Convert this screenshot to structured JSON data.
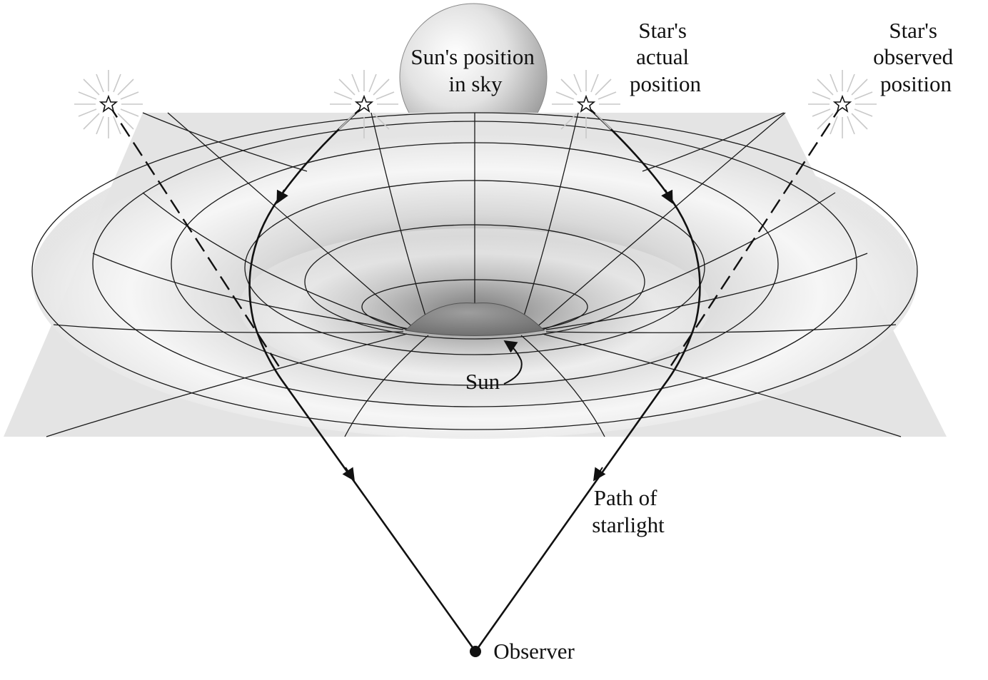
{
  "labels": {
    "sun_in_sky": [
      "Sun's position",
      "in sky"
    ],
    "actual": [
      "Star's",
      "actual",
      "position"
    ],
    "observed": [
      "Star's",
      "observed",
      "position"
    ],
    "sun": "Sun",
    "path": [
      "Path of",
      "starlight"
    ],
    "observer": "Observer"
  },
  "colors": {
    "plane": "#e4e4e4",
    "funnel_dark": "#7a7a7a",
    "sun_fill": "#8c8c8c",
    "line": "#111111"
  },
  "icons": [
    "star-icon",
    "observer-dot"
  ]
}
